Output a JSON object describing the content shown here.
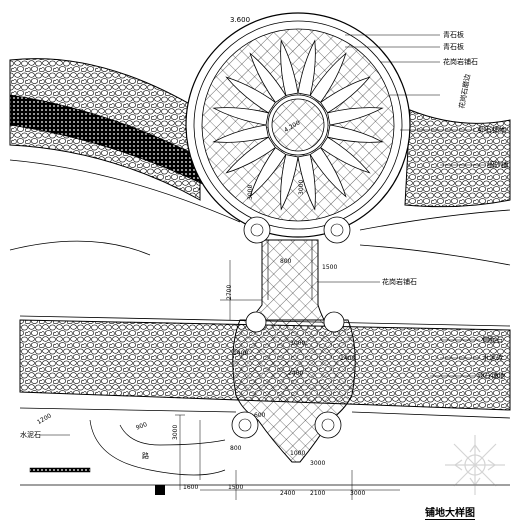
{
  "title": "铺地大样图",
  "labels": {
    "top_elev": "3.600",
    "lamp": "青石板",
    "lamp2": "青石板",
    "ring_stone": "花岗岩铺石",
    "edge_stone": "花岗石磨边",
    "loose_stone": "卵石铺地",
    "grass": "细砂铺",
    "stem_stone": "花岗岩铺石",
    "side1": "侧面石",
    "side2": "水泥砖",
    "side3": "卵石铺地",
    "lawn": "水泥石",
    "road": "路",
    "center": "4.200",
    "d1": "3000",
    "d2": "3000",
    "d3": "800",
    "d4": "1500",
    "d5": "2700",
    "d6": "1400",
    "d7": "3000",
    "d8": "1400",
    "d9": "2400",
    "d10": "1200",
    "d11": "900",
    "d12": "3000",
    "d13": "600",
    "d14": "800",
    "d15": "1000",
    "d16": "3000",
    "d17": "1600",
    "d18": "1500",
    "d19": "2400",
    "d20": "2100",
    "d21": "3000"
  }
}
